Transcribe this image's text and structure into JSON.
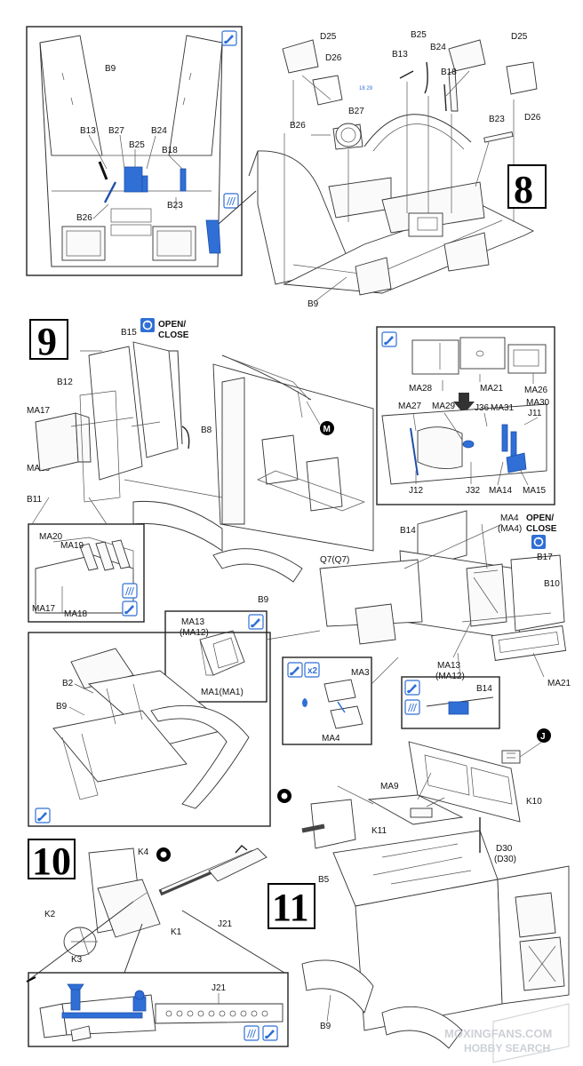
{
  "steps": {
    "s8": "8",
    "s9": "9",
    "s10": "10",
    "s11": "11"
  },
  "labels": {
    "B9": "B9",
    "B13": "B13",
    "B27": "B27",
    "B25": "B25",
    "B24": "B24",
    "B18": "B18",
    "B26": "B26",
    "B23": "B23",
    "D25": "D25",
    "D26": "D26",
    "ref_8_29": "18 29",
    "B15": "B15",
    "OPEN": "OPEN/",
    "CLOSE": "CLOSE",
    "B12": "B12",
    "MA17": "MA17",
    "MA18": "MA18",
    "B8": "B8",
    "B11": "B11",
    "M": "M",
    "MA20": "MA20",
    "MA19": "MA19",
    "MA28": "MA28",
    "MA21": "MA21",
    "MA26": "MA26",
    "MA27": "MA27",
    "MA29": "MA29",
    "J36": "J36",
    "MA31": "MA31",
    "MA30": "MA30",
    "J11": "J11",
    "J12": "J12",
    "J32": "J32",
    "MA14": "MA14",
    "MA15": "MA15",
    "MA4": "MA4",
    "MA4p": "(MA4)",
    "B17": "B17",
    "B14": "B14",
    "B10": "B10",
    "Q7": "Q7(Q7)",
    "MA13": "MA13",
    "MA12p": "(MA12)",
    "MA1": "MA1(MA1)",
    "MA3": "MA3",
    "x2": "x2",
    "B2": "B2",
    "J": "J",
    "O": "O",
    "MA9": "MA9",
    "K10": "K10",
    "K11": "K11",
    "D30": "D30",
    "D30p": "(D30)",
    "B5": "B5",
    "K4": "K4",
    "J21": "J21",
    "K1": "K1",
    "K2": "K2",
    "K3": "K3"
  },
  "watermark": {
    "line1": "MOXINGFANS.COM",
    "line2": "HOBBY SEARCH"
  },
  "colors": {
    "accent": "#2f6fd6",
    "ink": "#222222"
  },
  "icons": [
    "paint-icon",
    "photo-etch-icon",
    "open-close-icon",
    "glue-icon",
    "make-x2-icon",
    "drill-icon"
  ]
}
